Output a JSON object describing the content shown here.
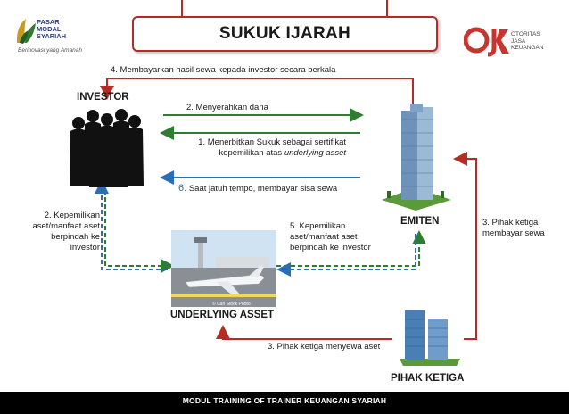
{
  "header": {
    "title": "SUKUK IJARAH",
    "logo_left": {
      "lines": [
        "PASAR",
        "MODAL",
        "SYARIAH"
      ],
      "tagline": "Berinovasi yang Amanah"
    },
    "logo_right": {
      "mark": "OJK",
      "lines": [
        "OTORITAS",
        "JASA",
        "KEUANGAN"
      ]
    }
  },
  "nodes": {
    "investor": "INVESTOR",
    "emiten": "EMITEN",
    "underlying_asset": "UNDERLYING ASSET",
    "pihak_ketiga": "PIHAK KETIGA"
  },
  "steps": {
    "s4": "4. Membayarkan hasil sewa kepada investor secara berkala",
    "s2": "2. Menyerahkan dana",
    "s1_line1": "1. Menerbitkan Sukuk sebagai sertifikat",
    "s1_line2a": "kepemilikan atas ",
    "s1_line2b": "underlying asset",
    "s6_num": "6.",
    "s6_text": " Saat jatuh tempo, membayar sisa sewa",
    "s2b_line1": "2. Kepemilikan",
    "s2b_line2": "aset/manfaat aset",
    "s2b_line3": "berpindah ke",
    "s2b_line4": "investor",
    "s5_line1": "5. Kepemilikan",
    "s5_line2": "aset/manfaat aset",
    "s5_line3": "berpindah ke investor",
    "s3_line1": "3. Pihak ketiga",
    "s3_line2": "membayar sewa",
    "s3b": "3. Pihak ketiga menyewa aset"
  },
  "photo_credit": "© Can Stock Photo",
  "footer": "MODUL TRAINING OF TRAINER KEUANGAN SYARIAH",
  "colors": {
    "red": "#b52b26",
    "green": "#2e7d32",
    "blue": "#2a6fb5",
    "dark": "#1a1a1a"
  }
}
